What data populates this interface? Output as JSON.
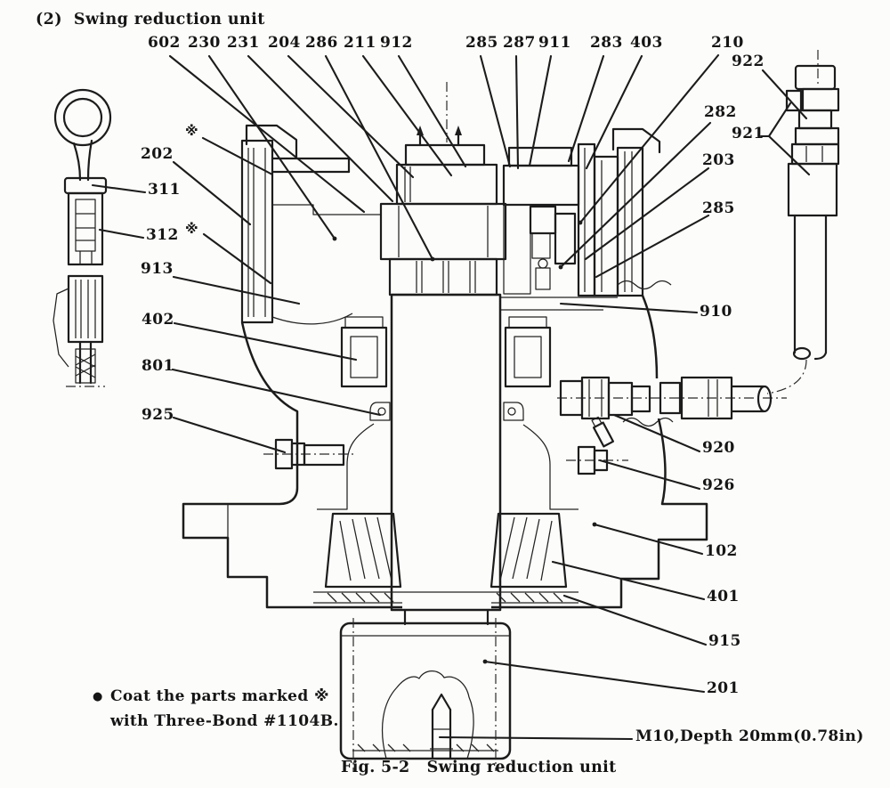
{
  "figure": {
    "section_heading": "(2)  Swing reduction unit",
    "caption": "Fig. 5-2   Swing reduction unit"
  },
  "note": {
    "bullet": "●",
    "line1": "Coat the parts marked ※",
    "line2": "with Three-Bond #1104B."
  },
  "thread_note": "M10,Depth 20mm(0.78in)",
  "coat_marks": {
    "m1": "※",
    "m2": "※"
  },
  "callouts": {
    "r1": [
      "602",
      "230",
      "231",
      "204",
      "286",
      "211",
      "912"
    ],
    "r2": [
      "285",
      "287",
      "911",
      "283",
      "403",
      "210"
    ],
    "left": {
      "c202": "202",
      "c311": "311",
      "c312": "312",
      "c913": "913",
      "c402": "402",
      "c801": "801",
      "c925": "925"
    },
    "right": {
      "c922": "922",
      "c921": "921",
      "c282": "282",
      "c203": "203",
      "c285": "285",
      "c910": "910",
      "c920": "920",
      "c926": "926",
      "c102": "102",
      "c401": "401",
      "c915": "915",
      "c201": "201"
    }
  },
  "line_art_color": "#1c1c1c",
  "paper_color": "#fcfcfa"
}
